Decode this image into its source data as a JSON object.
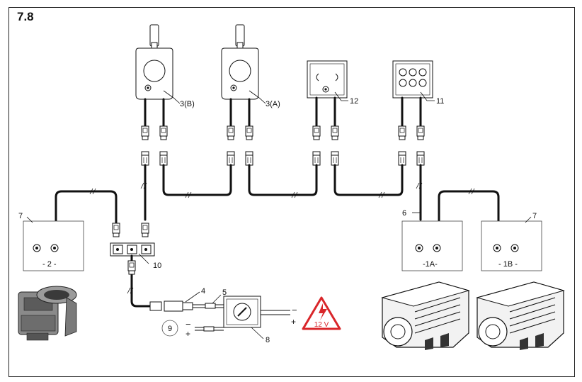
{
  "figure_number": "7.8",
  "labels": {
    "throttle_b": "3(B)",
    "throttle_a": "3(A)",
    "display_12": "12",
    "keypad_11": "11",
    "cable_6": "6",
    "plug_7_left": "7",
    "plug_7_right": "7",
    "hub_10": "10",
    "cable_4": "4",
    "fuse_5": "5",
    "switch_8": "8",
    "battery_9": "9",
    "motor_2": "- 2 -",
    "motor_1a": "-1A-",
    "motor_1b": "- 1B -",
    "minus_top": "−",
    "plus_top": "+",
    "minus_bottom": "−",
    "plus_bottom": "+"
  },
  "warning": {
    "voltage": "12 V",
    "color": "#d9262a"
  }
}
